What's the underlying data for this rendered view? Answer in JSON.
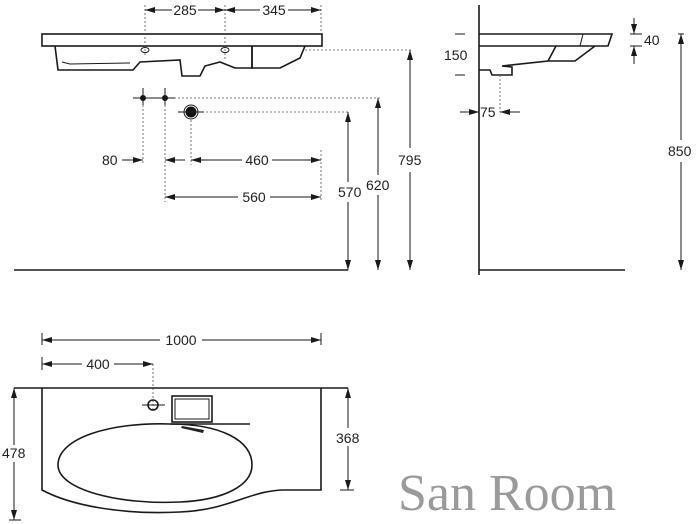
{
  "front_view": {
    "dim_tap_spacing": "285",
    "dim_tap_to_edge": "345",
    "dim_total_height": "795",
    "dim_waste_height": "620",
    "dim_drain_height": "570",
    "dim_supply_spacing": "80",
    "dim_drain_offset": "460",
    "dim_supply_offset": "560"
  },
  "side_view": {
    "dim_basin_depth": "150",
    "dim_slab_thickness": "40",
    "dim_drain_from_wall": "75",
    "dim_top_height": "850"
  },
  "top_view": {
    "dim_width": "1000",
    "dim_tap_position": "400",
    "dim_depth": "478",
    "dim_side_depth": "368"
  },
  "watermark": "San Room"
}
